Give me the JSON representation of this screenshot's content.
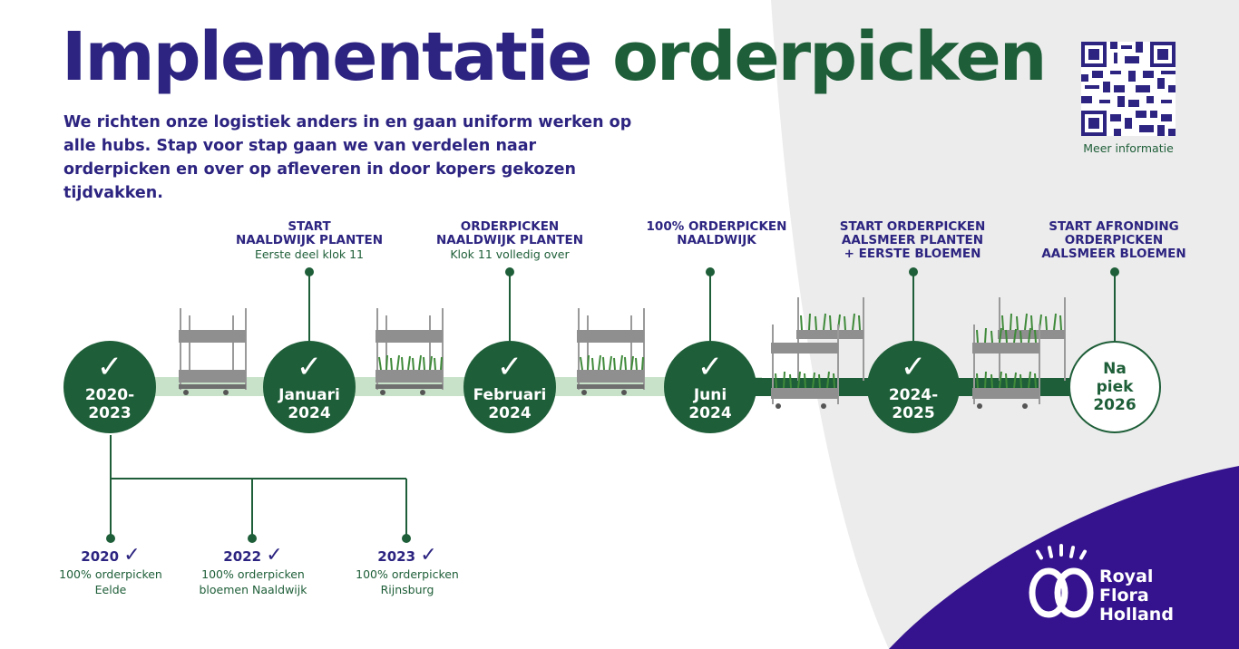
{
  "title": {
    "part1": "Implementatie",
    "part2": "orderpicken"
  },
  "intro": "We richten onze logistiek anders in en gaan uniform werken op alle hubs. Stap voor stap gaan we van verdelen naar orderpicken en over op afleveren in door kopers gekozen tijdvakken.",
  "qr": {
    "caption": "Meer informatie"
  },
  "milestones": [
    {
      "lines": [
        "START",
        "NAALDWIJK PLANTEN"
      ],
      "sub": "Eerste deel klok 11"
    },
    {
      "lines": [
        "ORDERPICKEN",
        "NAALDWIJK PLANTEN"
      ],
      "sub": "Klok 11 volledig over"
    },
    {
      "lines": [
        "100% ORDERPICKEN",
        "NAALDWIJK"
      ],
      "sub": ""
    },
    {
      "lines": [
        "START ORDERPICKEN",
        "AALSMEER PLANTEN",
        "+ EERSTE BLOEMEN"
      ],
      "sub": ""
    },
    {
      "lines": [
        "START AFRONDING",
        "ORDERPICKEN",
        "AALSMEER BLOEMEN"
      ],
      "sub": ""
    }
  ],
  "circles": [
    {
      "check": "✓",
      "lines": [
        "2020-",
        "2023"
      ]
    },
    {
      "check": "✓",
      "lines": [
        "Januari",
        "2024"
      ]
    },
    {
      "check": "✓",
      "lines": [
        "Februari",
        "2024"
      ]
    },
    {
      "check": "✓",
      "lines": [
        "Juni",
        "2024"
      ]
    },
    {
      "check": "✓",
      "lines": [
        "2024-",
        "2025"
      ]
    },
    {
      "check": "",
      "lines": [
        "Na",
        "piek",
        "2026"
      ]
    }
  ],
  "hubs": [
    {
      "year": "2020",
      "check": "✓",
      "desc": [
        "100% orderpicken",
        "Eelde"
      ]
    },
    {
      "year": "2022",
      "check": "✓",
      "desc": [
        "100% orderpicken",
        "bloemen Naaldwijk"
      ]
    },
    {
      "year": "2023",
      "check": "✓",
      "desc": [
        "100% orderpicken",
        "Rijnsburg"
      ]
    }
  ],
  "logo": {
    "lines": [
      "Royal",
      "Flora",
      "Holland"
    ]
  },
  "colors": {
    "purple": "#2c2480",
    "green": "#1e5e38",
    "light_green": "#c8e2c9",
    "grey_bg": "#ececec",
    "white": "#ffffff"
  }
}
